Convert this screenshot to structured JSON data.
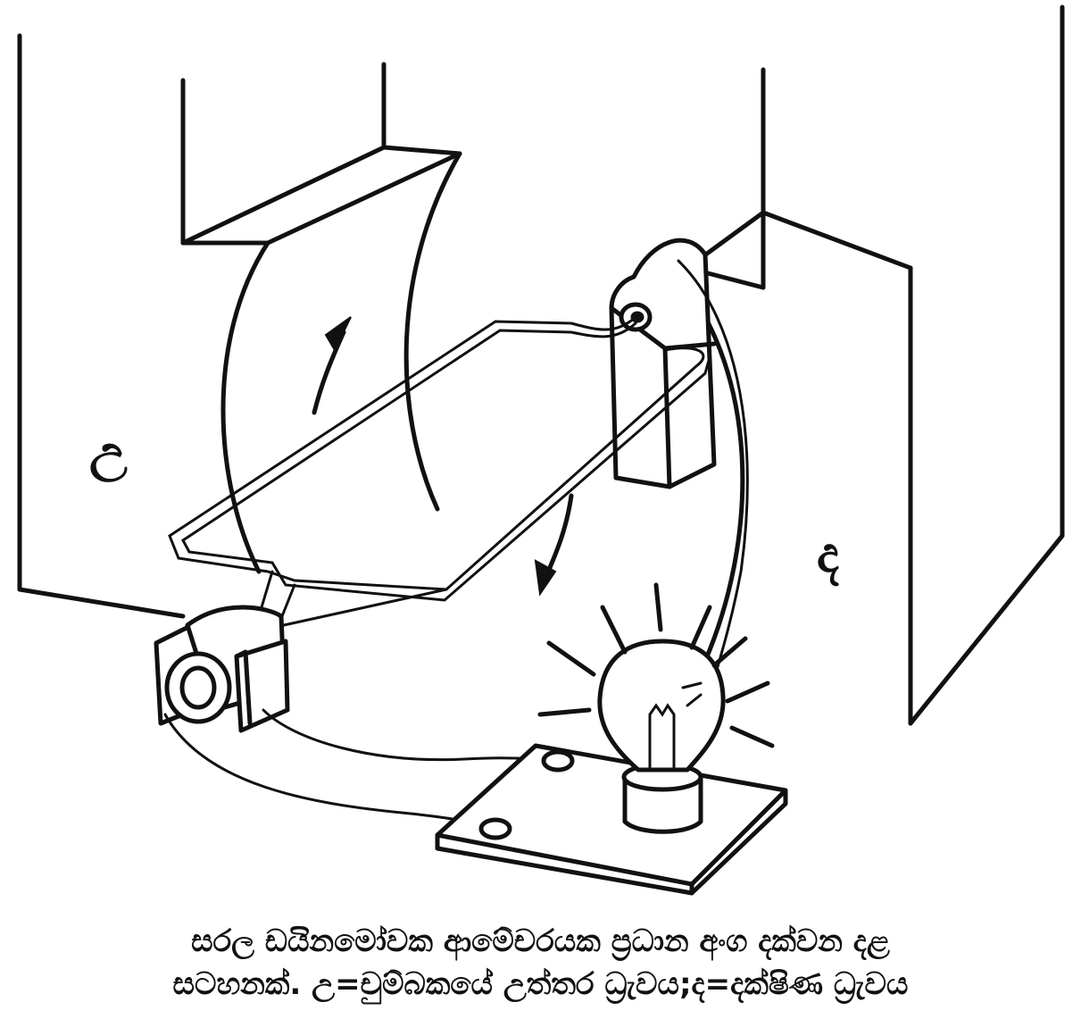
{
  "figure": {
    "north_pole_label": "උ",
    "south_pole_label": "ද"
  },
  "caption": {
    "line1": "සරල ඩයිනමෝවක ආමේචරයක ප්‍රධාන අංග දක්වන දළ",
    "line2": "සටහනක්. උ=චුම්බකයේ උත්තර ධ්‍රැවය;ද=දක්ෂිණ ධ්‍රැවය"
  }
}
